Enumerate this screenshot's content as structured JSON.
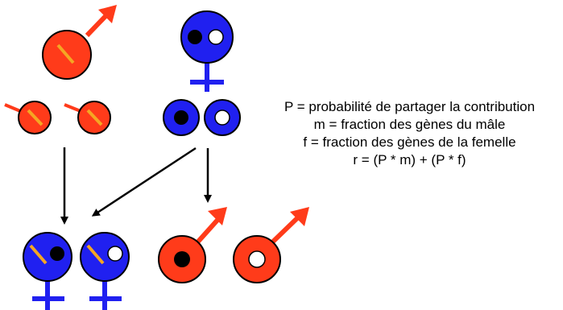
{
  "colors": {
    "male": "#ff3b1a",
    "female": "#2020f0",
    "gene_stripe": "#f5a623",
    "outline": "#000000",
    "gene_black": "#000000",
    "gene_white": "#ffffff",
    "arrow": "#000000"
  },
  "symbols": {
    "father": {
      "sex": "male",
      "genes": [
        "stripe"
      ]
    },
    "mother": {
      "sex": "female",
      "genes": [
        "black",
        "white"
      ]
    },
    "father_sperm": [
      {
        "sex": "male-gamete",
        "genes": [
          "stripe"
        ]
      },
      {
        "sex": "male-gamete",
        "genes": [
          "stripe"
        ]
      }
    ],
    "mother_eggs": [
      {
        "sex": "female-gamete",
        "genes": [
          "black"
        ]
      },
      {
        "sex": "female-gamete",
        "genes": [
          "white"
        ]
      }
    ],
    "offspring": [
      {
        "sex": "female",
        "genes": [
          "stripe",
          "black"
        ]
      },
      {
        "sex": "female",
        "genes": [
          "stripe",
          "white"
        ]
      },
      {
        "sex": "male",
        "genes": [
          "black"
        ]
      },
      {
        "sex": "male",
        "genes": [
          "white"
        ]
      }
    ]
  },
  "legend": {
    "line1": "P = probabilité de partager la contribution",
    "line2": "m = fraction des gènes du mâle",
    "line3": "f = fraction des gènes de la femelle",
    "line4": "r = (P * m) + (P * f)"
  }
}
